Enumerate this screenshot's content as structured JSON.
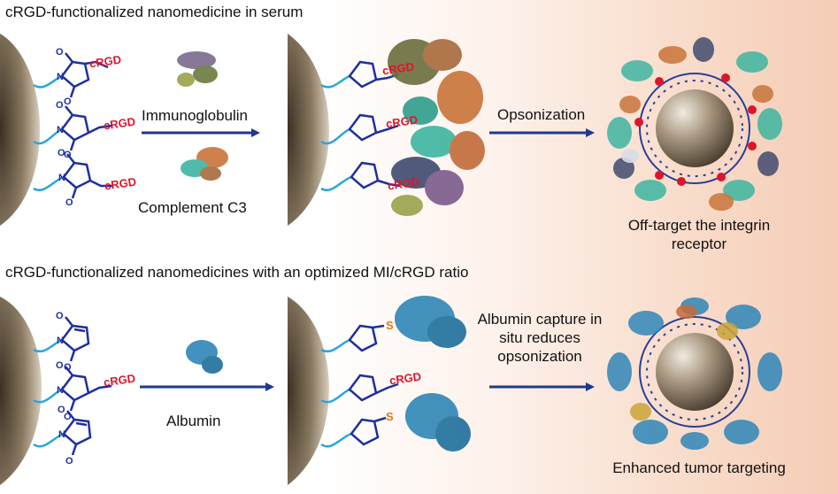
{
  "panel_top": {
    "title": "cRGD-functionalized nanomedicine in serum",
    "ligand_label": "cRGD",
    "arrow1_protein_top": "Immunoglobulin",
    "arrow1_protein_bottom": "Complement C3",
    "arrow2_label": "Opsonization",
    "outcome": "Off-target the integrin receptor"
  },
  "panel_bottom": {
    "title": "cRGD-functionalized nanomedicines with an optimized MI/cRGD ratio",
    "ligand_label": "cRGD",
    "thiol_label": "S",
    "arrow1_label": "Albumin",
    "arrow2_label_lines": [
      "Albumin capture in",
      "situ reduces",
      "opsonization"
    ],
    "outcome": "Enhanced tumor targeting"
  },
  "colors": {
    "chemistry_blue": "#1f2f9e",
    "crgd_red": "#e0142a",
    "linker_cyan": "#27a6de",
    "arrow_navy": "#1e3a8c",
    "thiol_orange": "#e07a1c",
    "particle": "#8a7a66"
  }
}
